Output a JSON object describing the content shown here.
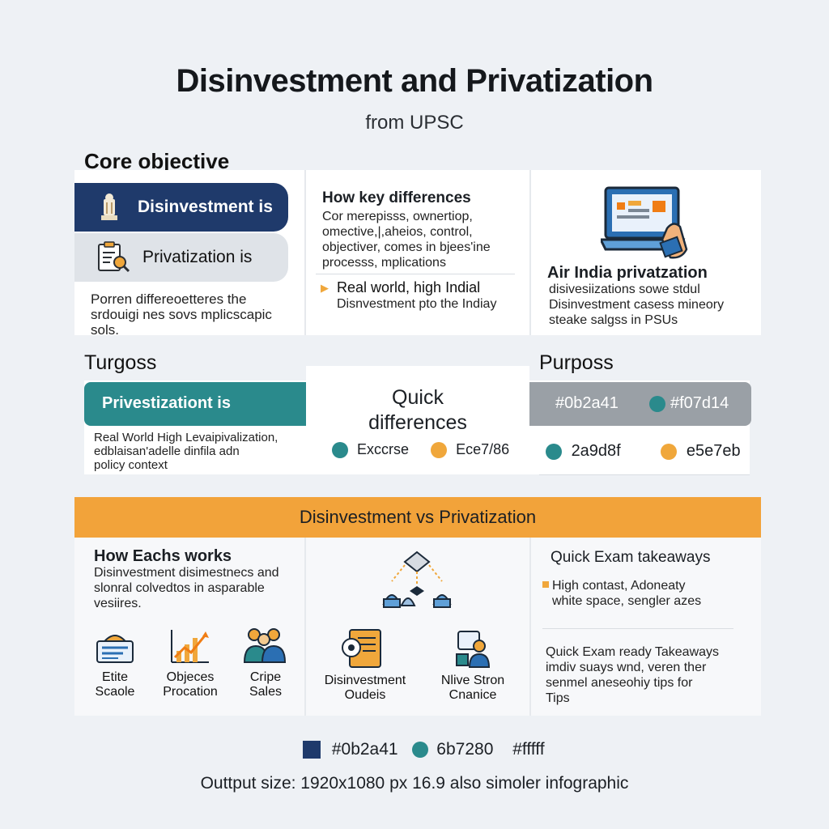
{
  "header": {
    "title": "Disinvestment and Privatization",
    "subtitle": "from UPSC"
  },
  "core": {
    "heading": "Core objective",
    "pill1": "Disinvestment is",
    "pill2": "Privatization is",
    "body": [
      "Porren differeoetteres the",
      "srdouigi nes sovs mplicscapic",
      "sols."
    ]
  },
  "keydiff": {
    "heading": "How key differences",
    "body": [
      "Cor merepisss, ownertiop,",
      "omective,|,aheios, control,",
      "objectiver, comes in bjees'ine",
      "processs, mplications"
    ],
    "bullet_title": "Real world, high Indial",
    "bullet_body": "Disnvestment pto the Indiay"
  },
  "airindia": {
    "heading": "Air India privatzation",
    "body": [
      "disivesiizations sowe stdul",
      "Disinvestment casess mineory",
      "steake salgss in PSUs"
    ]
  },
  "purpose_left": {
    "heading": "Turgoss",
    "pill": "Privestizationt is",
    "body": [
      "Real World High Levaipivalization,",
      "edblaisan'adelle dinfila adn",
      "policy context"
    ]
  },
  "quick": {
    "title_line1": "Quick",
    "title_line2": "differences",
    "legend": [
      {
        "label": "Exccrse",
        "color": "#2a8a8c"
      },
      {
        "label": "Ece7/86",
        "color": "#f0a73b"
      }
    ]
  },
  "purpose_right": {
    "heading": "Purposs",
    "pill_items": [
      {
        "label": "#0b2a41",
        "color": null
      },
      {
        "label": "#f07d14",
        "color": "#2a8a8c"
      }
    ],
    "legend": [
      {
        "label": "2a9d8f",
        "color": "#2a8a8c"
      },
      {
        "label": "e5e7eb",
        "color": "#f0a73b"
      }
    ]
  },
  "banner": {
    "label": "Disinvestment vs Privatization"
  },
  "howworks": {
    "heading": "How Eachs works",
    "body": [
      "Disinvestment disimestnecs and",
      "slonral colvedtos in asparable",
      "vesiires."
    ],
    "icons": [
      {
        "name": "Etite Scaole",
        "lines": [
          "Etite",
          "Scaole"
        ]
      },
      {
        "name": "Objeces Procation",
        "lines": [
          "Objeces",
          "Procation"
        ]
      },
      {
        "name": "Cripe Sales",
        "lines": [
          "Cripe",
          "Sales"
        ]
      }
    ]
  },
  "middle": {
    "icons": [
      {
        "lines": [
          "Disinvestment",
          "Oudeis"
        ]
      },
      {
        "lines": [
          "Nlive Stron",
          "Cnanice"
        ]
      }
    ]
  },
  "takeaways": {
    "heading": "Quick Exam takeaways",
    "bullet": [
      "High contast, Adoneaty",
      "white space,  sengler azes"
    ],
    "body": [
      "Quick Exam ready Takeaways",
      "imdiv suays wnd, veren ther",
      "senmel aneseohiy tips for",
      "Tips"
    ]
  },
  "footer": {
    "swatches": [
      {
        "label": "#0b2a41",
        "color": "#1f3a6b"
      },
      {
        "label": "6b7280",
        "color": "#2a8a8c"
      },
      {
        "label": "#fffff",
        "color": null
      }
    ],
    "note": "Outtput size: 1920x1080 px 16.9 also simoler infographic"
  },
  "colors": {
    "navy": "#1f3a6b",
    "teal": "#2a8a8c",
    "orange": "#f0a73b",
    "banner": "#f2a33a"
  }
}
